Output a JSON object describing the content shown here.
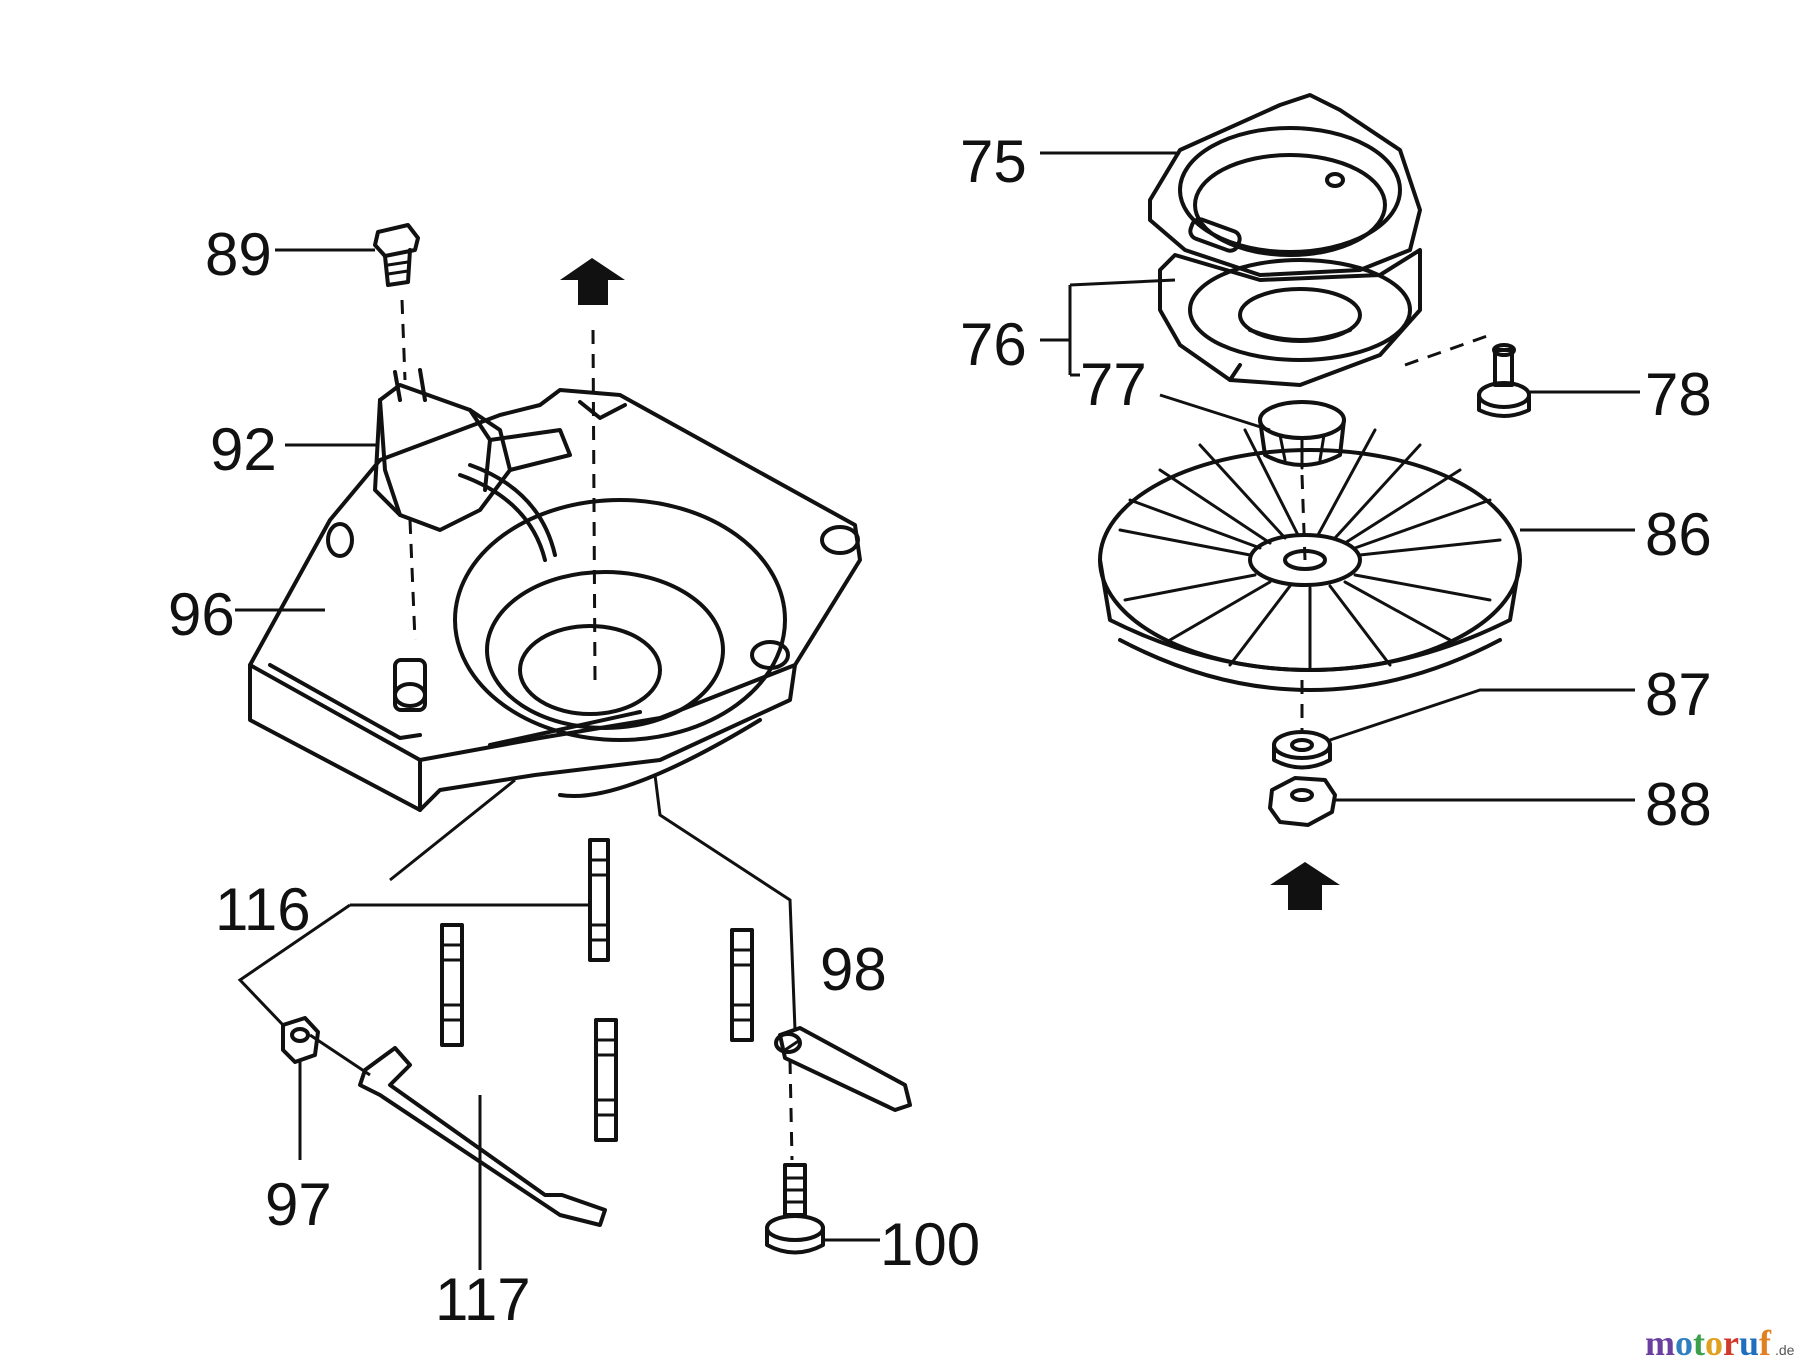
{
  "diagram": {
    "labels": [
      "75",
      "76",
      "77",
      "78",
      "86",
      "87",
      "88",
      "89",
      "92",
      "96",
      "116",
      "97",
      "117",
      "98",
      "100"
    ]
  },
  "watermark": {
    "text": "motoruf",
    "suffix": ".de",
    "colors": [
      "#6a3fa0",
      "#2f7fc1",
      "#3aa04a",
      "#e0a020",
      "#d03a2a",
      "#1f6fc0",
      "#e08020"
    ]
  }
}
